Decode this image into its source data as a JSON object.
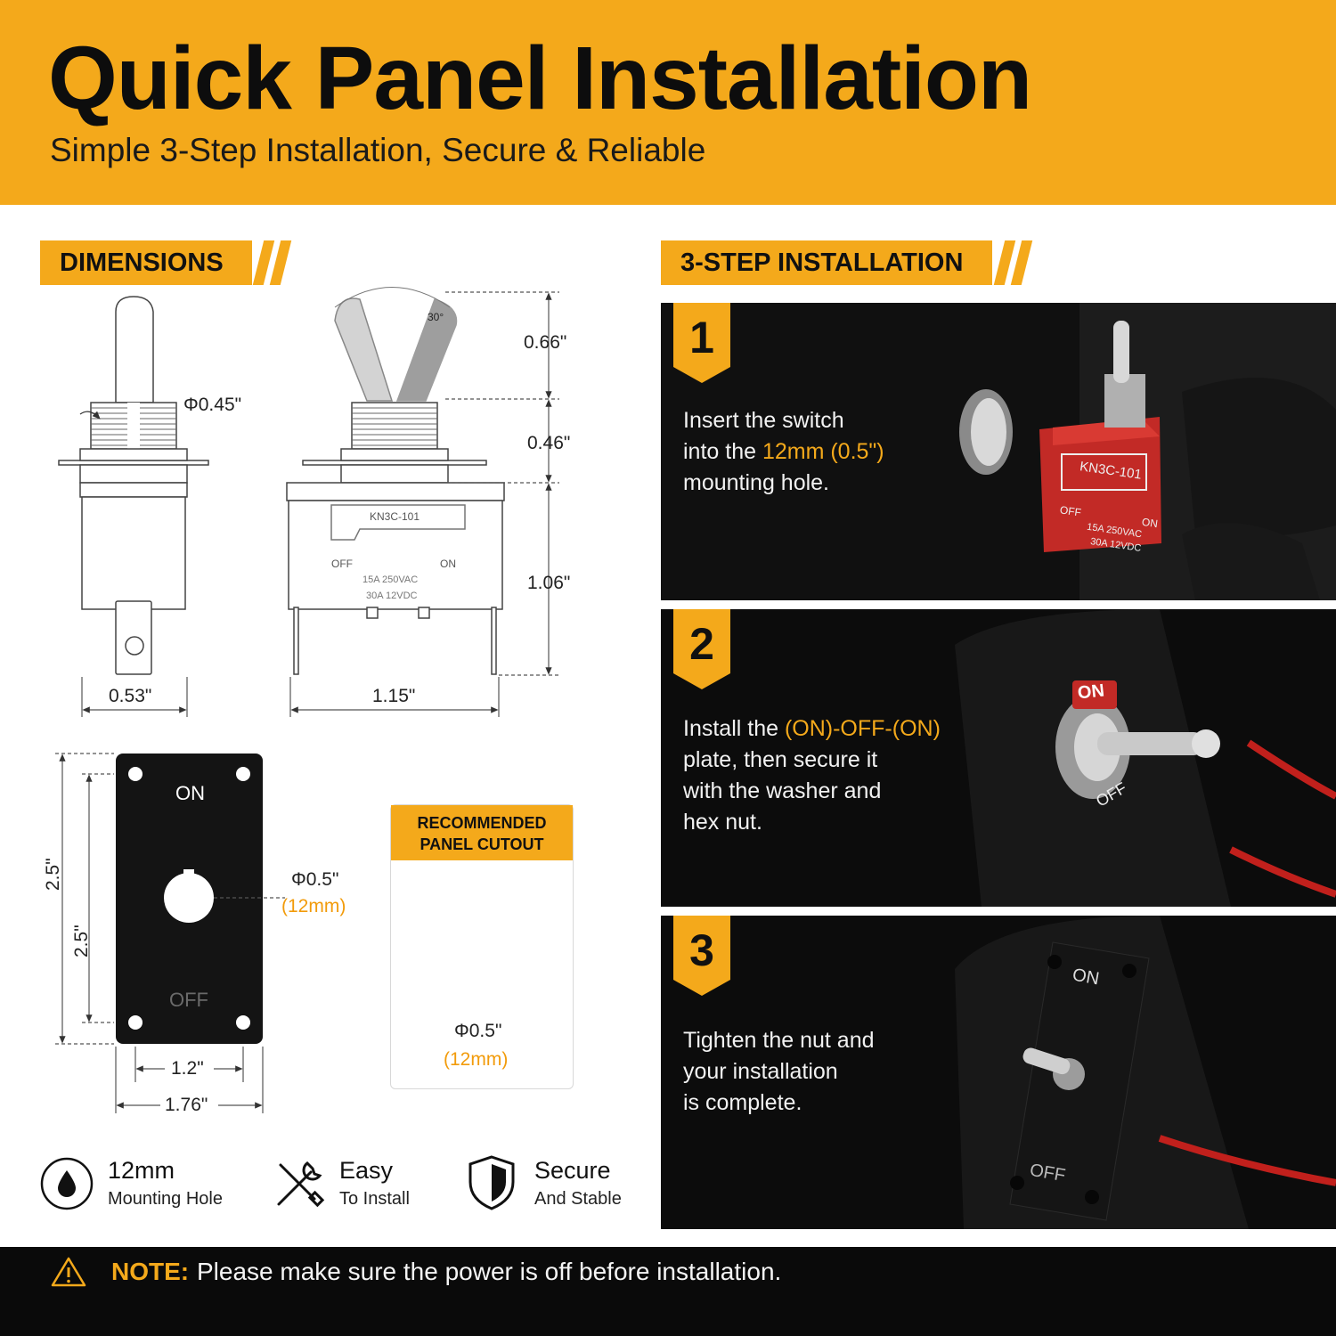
{
  "header": {
    "title": "Quick Panel Installation",
    "subtitle": "Simple 3-Step Installation, Secure & Reliable"
  },
  "sections": {
    "dimensions": "DIMENSIONS",
    "installation": "3-STEP INSTALLATION"
  },
  "dimensions": {
    "diameter_top": "Φ0.45\"",
    "height_lever": "0.66\"",
    "height_thread": "0.46\"",
    "height_body": "1.06\"",
    "width_side": "0.53\"",
    "width_front": "1.15\"",
    "lever_angle": "30°",
    "model": "KN3C-101",
    "off_label": "OFF",
    "on_label": "ON",
    "rating_ac": "15A 250VAC",
    "rating_dc": "30A 12VDC"
  },
  "plate": {
    "on_text": "ON",
    "off_text": "OFF",
    "height_outer": "2.5\"",
    "height_inner": "2.5\"",
    "hole_dia": "Φ0.5\"",
    "hole_mm": "(12mm)",
    "width_inner": "1.2\"",
    "width_outer": "1.76\""
  },
  "cutout": {
    "heading_line1": "RECOMMENDED",
    "heading_line2": "PANEL CUTOUT",
    "dia": "Φ0.5\"",
    "mm": "(12mm)"
  },
  "features": [
    {
      "icon": "drop-icon",
      "title": "12mm",
      "subtitle": "Mounting Hole"
    },
    {
      "icon": "tools-icon",
      "title": "Easy",
      "subtitle": "To Install"
    },
    {
      "icon": "shield-icon",
      "title": "Secure",
      "subtitle": "And Stable"
    }
  ],
  "steps": [
    {
      "number": "1",
      "line1": "Insert the switch",
      "line2_pre": "into the ",
      "line2_hl": "12mm (0.5\")",
      "line3": "mounting hole.",
      "photo_model": "KN3C-101",
      "photo_on": "ON",
      "photo_off": "OFF",
      "photo_rating_ac": "15A 250VAC",
      "photo_rating_dc": "30A 12VDC"
    },
    {
      "number": "2",
      "line1_pre": "Install the ",
      "line1_hl": "(ON)-OFF-(ON)",
      "line2": "plate, then secure it",
      "line3": "with the washer and",
      "line4": "hex nut.",
      "photo_on": "ON",
      "photo_off": "OFF"
    },
    {
      "number": "3",
      "line1": "Tighten the nut and",
      "line2": "your installation",
      "line3": "is complete.",
      "photo_on": "ON",
      "photo_off": "OFF"
    }
  ],
  "footer": {
    "note_label": "NOTE:",
    "note_text": "Please make sure the power is off before installation."
  },
  "colors": {
    "accent": "#f4a91b",
    "dark": "#0e0e0e"
  }
}
